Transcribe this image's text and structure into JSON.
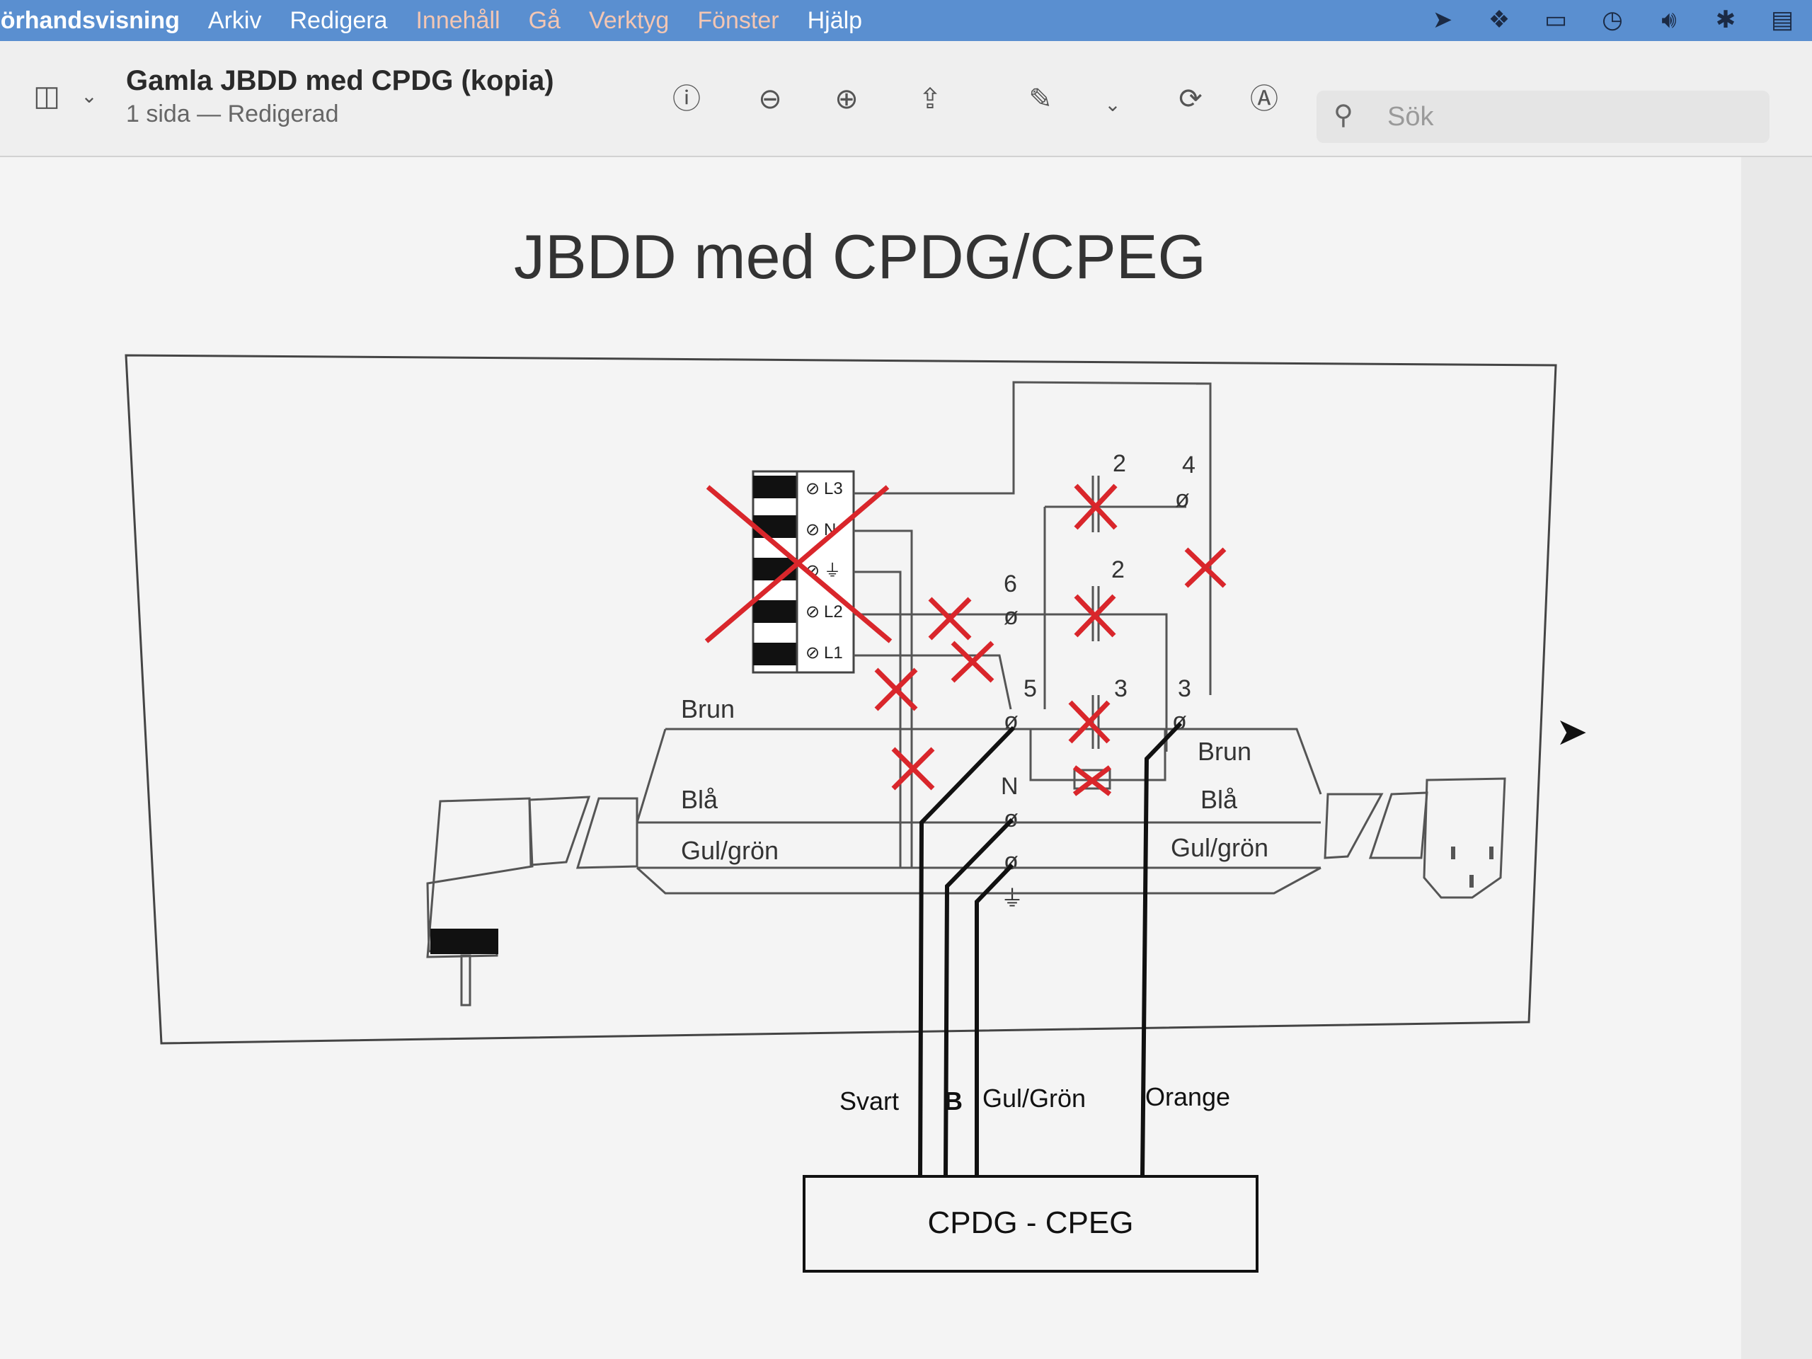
{
  "menubar": {
    "app": "Förhandsvisning",
    "items": [
      "Arkiv",
      "Redigera",
      "Innehåll",
      "Gå",
      "Verktyg",
      "Fönster",
      "Hjälp"
    ]
  },
  "status_icons": [
    "location-icon",
    "dropbox-icon",
    "display-icon",
    "time-machine-icon",
    "volume-icon",
    "bluetooth-icon",
    "battery-icon"
  ],
  "toolbar": {
    "doc_title": "Gamla JBDD med CPDG (kopia)",
    "doc_subtitle": "1 sida — Redigerad",
    "search_placeholder": "Sök"
  },
  "document": {
    "title": "JBDD med CPDG/CPEG",
    "terminals": [
      "L3",
      "N",
      "⏚",
      "L2",
      "L1"
    ],
    "contact_numbers": [
      "2",
      "4",
      "6",
      "2",
      "5",
      "3",
      "3",
      "N"
    ],
    "left_wires": [
      "Brun",
      "Blå",
      "Gul/grön"
    ],
    "right_wires": [
      "Brun",
      "Blå",
      "Gul/grön"
    ],
    "cable_colors": [
      "Svart",
      "B",
      "Gul/Grön",
      "Orange"
    ],
    "box_label": "CPDG - CPEG"
  },
  "colors": {
    "menubar": "#5a8fd0",
    "cross": "#d9262b"
  }
}
